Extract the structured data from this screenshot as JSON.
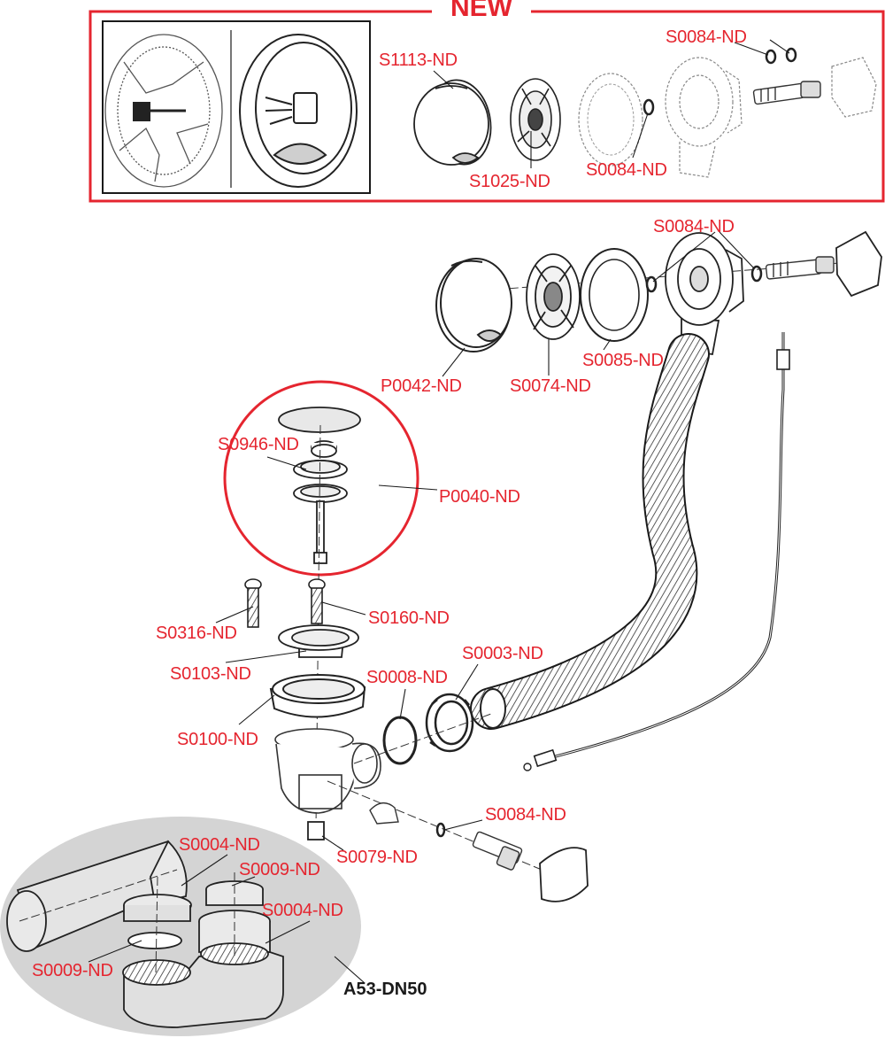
{
  "header": {
    "new_badge": "NEW"
  },
  "colors": {
    "accent": "#e5252f",
    "line": "#1a1a1a",
    "gray_panel": "#d4d4d4"
  },
  "labels": {
    "s1113": "S1113-ND",
    "s0084_new_top": "S0084-ND",
    "s1025": "S1025-ND",
    "s0084_new_mid": "S0084-ND",
    "s0084_overflow": "S0084-ND",
    "s0085": "S0085-ND",
    "p0042": "P0042-ND",
    "s0074": "S0074-ND",
    "s0946": "S0946-ND",
    "p0040": "P0040-ND",
    "s0316": "S0316-ND",
    "s0160": "S0160-ND",
    "s0103": "S0103-ND",
    "s0003": "S0003-ND",
    "s0008": "S0008-ND",
    "s0100": "S0100-ND",
    "s0084_waste": "S0084-ND",
    "s0079": "S0079-ND",
    "s0004_left": "S0004-ND",
    "s0009_top": "S0009-ND",
    "s0004_right": "S0004-ND",
    "s0009_left": "S0009-ND"
  },
  "kit": {
    "name": "A53-DN50"
  }
}
